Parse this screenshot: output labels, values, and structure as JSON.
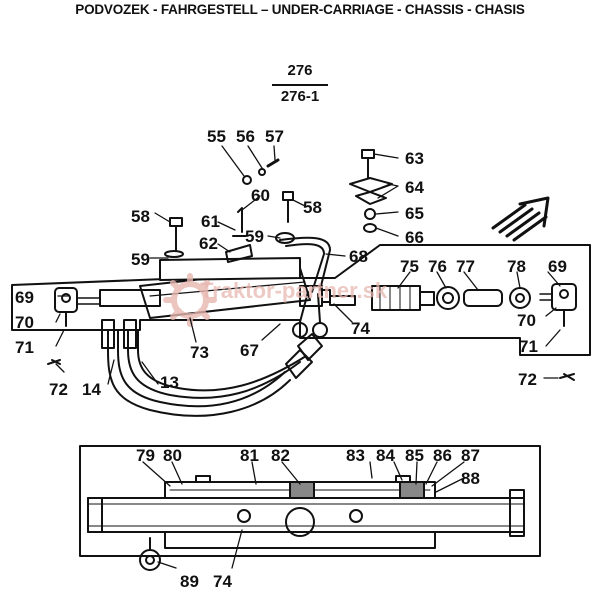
{
  "header": {
    "title": "PODVOZEK - FAHRGESTELL – UNDER-CARRIAGE - CHASSIS - CHASIS",
    "sheet_top": "276",
    "sheet_bottom": "276-1"
  },
  "watermark": "Traktor-partner.sk",
  "callouts": [
    {
      "id": "c55",
      "text": "55"
    },
    {
      "id": "c56",
      "text": "56"
    },
    {
      "id": "c57",
      "text": "57"
    },
    {
      "id": "c58a",
      "text": "58"
    },
    {
      "id": "c58b",
      "text": "58"
    },
    {
      "id": "c59a",
      "text": "59"
    },
    {
      "id": "c59b",
      "text": "59"
    },
    {
      "id": "c60",
      "text": "60"
    },
    {
      "id": "c61",
      "text": "61"
    },
    {
      "id": "c62",
      "text": "62"
    },
    {
      "id": "c63",
      "text": "63"
    },
    {
      "id": "c64",
      "text": "64"
    },
    {
      "id": "c65",
      "text": "65"
    },
    {
      "id": "c66",
      "text": "66"
    },
    {
      "id": "c67",
      "text": "67"
    },
    {
      "id": "c68",
      "text": "68"
    },
    {
      "id": "c69a",
      "text": "69"
    },
    {
      "id": "c69b",
      "text": "69"
    },
    {
      "id": "c70a",
      "text": "70"
    },
    {
      "id": "c70b",
      "text": "70"
    },
    {
      "id": "c71a",
      "text": "71"
    },
    {
      "id": "c71b",
      "text": "71"
    },
    {
      "id": "c72a",
      "text": "72"
    },
    {
      "id": "c72b",
      "text": "72"
    },
    {
      "id": "c73",
      "text": "73"
    },
    {
      "id": "c74a",
      "text": "74"
    },
    {
      "id": "c75",
      "text": "75"
    },
    {
      "id": "c76",
      "text": "76"
    },
    {
      "id": "c77",
      "text": "77"
    },
    {
      "id": "c78",
      "text": "78"
    },
    {
      "id": "c14",
      "text": "14"
    },
    {
      "id": "c13",
      "text": "13"
    },
    {
      "id": "c79",
      "text": "79"
    },
    {
      "id": "c80",
      "text": "80"
    },
    {
      "id": "c81",
      "text": "81"
    },
    {
      "id": "c82",
      "text": "82"
    },
    {
      "id": "c83",
      "text": "83"
    },
    {
      "id": "c84",
      "text": "84"
    },
    {
      "id": "c85",
      "text": "85"
    },
    {
      "id": "c86",
      "text": "86"
    },
    {
      "id": "c87",
      "text": "87"
    },
    {
      "id": "c88",
      "text": "88"
    },
    {
      "id": "c89",
      "text": "89"
    },
    {
      "id": "c74b",
      "text": "74"
    }
  ]
}
